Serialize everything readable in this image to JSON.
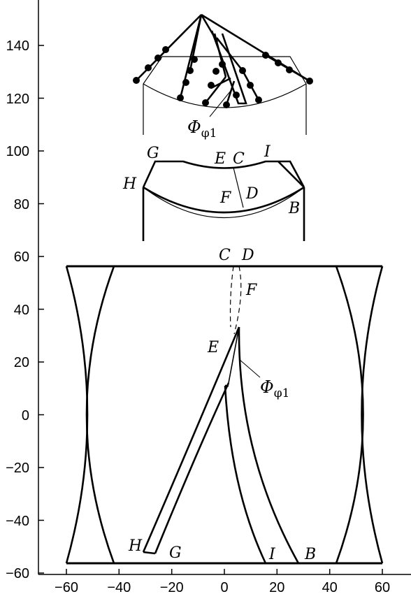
{
  "axes": {
    "y_ticks": [
      "140",
      "120",
      "100",
      "80",
      "60",
      "40",
      "20",
      "0",
      "−20",
      "−40",
      "−60"
    ],
    "x_ticks": [
      "−60",
      "−40",
      "−20",
      "0",
      "20",
      "40",
      "60"
    ]
  },
  "labels": {
    "top_phi": {
      "main": "Φ",
      "sub": "φ1"
    },
    "mid": {
      "G": "G",
      "E": "E",
      "C": "C",
      "I": "I",
      "H": "H",
      "F": "F",
      "D": "D",
      "B": "B"
    },
    "bottom": {
      "C": "C",
      "D": "D",
      "F": "F",
      "E": "E",
      "H": "H",
      "G": "G",
      "I": "I",
      "B": "B"
    },
    "bottom_phi": {
      "main": "Φ",
      "sub": "φ1"
    }
  }
}
